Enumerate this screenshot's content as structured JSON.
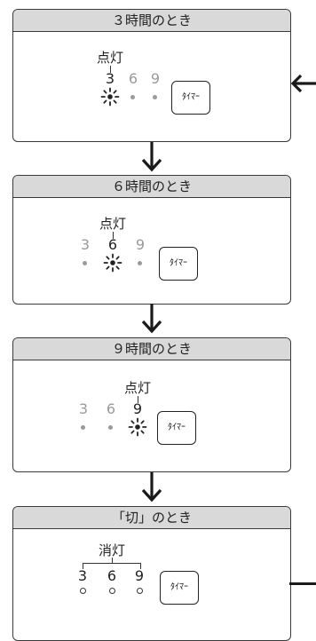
{
  "panels": [
    {
      "header": "３時間のとき",
      "lamp_label": "点灯",
      "numbers": [
        "3",
        "6",
        "9"
      ],
      "timer_label": "ﾀｲﾏｰ"
    },
    {
      "header": "６時間のとき",
      "lamp_label": "点灯",
      "numbers": [
        "3",
        "6",
        "9"
      ],
      "timer_label": "ﾀｲﾏｰ"
    },
    {
      "header": "９時間のとき",
      "lamp_label": "点灯",
      "numbers": [
        "3",
        "6",
        "9"
      ],
      "timer_label": "ﾀｲﾏｰ"
    },
    {
      "header": "「切」のとき",
      "lamp_label": "消灯",
      "numbers": [
        "3",
        "6",
        "9"
      ],
      "timer_label": "ﾀｲﾏｰ"
    }
  ],
  "colors": {
    "border": "#3a3a3a",
    "header_bg": "#d9d9d9",
    "dim": "#9a9a9a"
  },
  "icons": [
    "blinking-lamp-icon",
    "down-arrow-icon",
    "left-arrow-icon",
    "lamp-off-icon"
  ]
}
